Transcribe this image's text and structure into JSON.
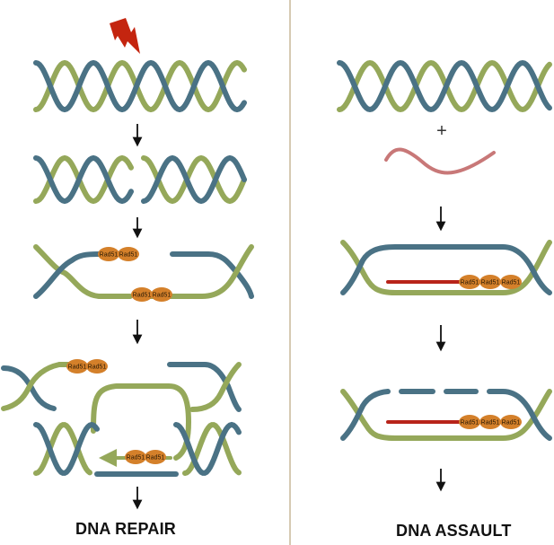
{
  "panels": {
    "left_title": "DNA REPAIR",
    "right_title": "DNA ASSAULT"
  },
  "protein_label": "Rad51",
  "plus_sign": "+",
  "colors": {
    "strand_blue": "#4a7285",
    "strand_green": "#95a85a",
    "ssdna_pink": "#c87878",
    "invading_red": "#b8241a",
    "protein_orange": "#d4802a",
    "lightning_red": "#c4250f",
    "divider": "#c8b89a",
    "arrow": "#111111"
  },
  "icons": {
    "damage": "lightning-bolt-icon",
    "step": "down-arrow-icon"
  }
}
